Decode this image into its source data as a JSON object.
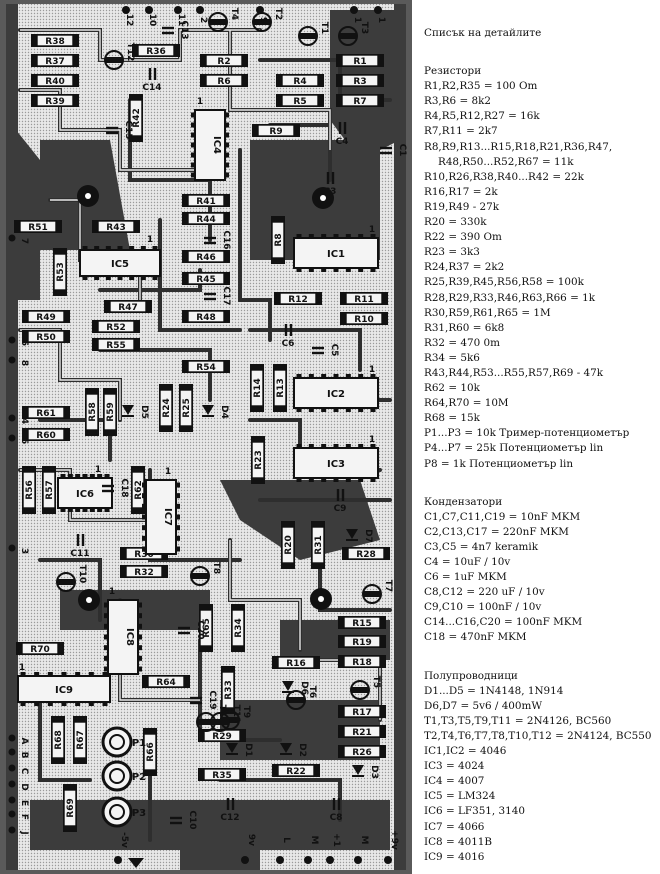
{
  "list_title": "Списък на детайлите",
  "sections": [
    {
      "heading": "Резистори",
      "lines": [
        "R1,R2,R35 = 100 Om",
        "R3,R6 = 8k2",
        "R4,R5,R12,R27 = 16k",
        "R7,R11 = 2k7",
        "R8,R9,R13...R15,R18,R21,R36,R47,",
        "R48,R50...R52,R67 = 11k",
        "R10,R26,R38,R40...R42 = 22k",
        "R16,R17 = 2k",
        "R19,R49 - 27k",
        "R20 = 330k",
        "R22 = 390 Om",
        "R23 = 3k3",
        "R24,R37 = 2k2",
        "R25,R39,R45,R56,R58 = 100k",
        "R28,R29,R33,R46,R63,R66 = 1k",
        "R30,R59,R61,R65 = 1M",
        "R31,R60 = 6k8",
        "R32 = 470 0m",
        "R34 = 5k6",
        "R43,R44,R53...R55,R57,R69 - 47k",
        "R62 = 10k",
        "R64,R70 = 10M",
        "R68 = 15k",
        "P1...P3 = 10k Тример-потенциометър",
        "P4...P7 = 25k Потенциометър lin",
        "P8 = 1k Потенциометър lin"
      ]
    },
    {
      "heading": "Кондензатори",
      "lines": [
        "C1,C7,C11,C19 = 10nF  MKM",
        "C2,C13,C17 = 220nF  MKM",
        "C3,C5 = 4n7  keramik",
        "C4 = 10uF / 10v",
        "C6 = 1uF  MKM",
        "C8,C12 = 220 uF / 10v",
        "C9,C10 = 100nF / 10v",
        "C14...C16,C20 = 100nF  MKM",
        "C18 = 470nF  MKM"
      ]
    },
    {
      "heading": "Полупроводници",
      "lines": [
        "D1...D5 = 1N4148, 1N914",
        "D6,D7 = 5v6 / 400mW",
        "T1,T3,T5,T9,T11 = 2N4126, BC560",
        "T2,T4,T6,T7,T8,T10,T12 = 2N4124, BC550",
        "IC1,IC2 = 4046",
        "IC3 = 4024",
        "IC4 = 4007",
        "IC5 = LM324",
        "IC6 = LF351, 3140",
        "IC7 = 4066",
        "IC8 = 4011B",
        "IC9 = 4016"
      ]
    }
  ],
  "board": {
    "resistors_h": [
      "R38",
      "R37",
      "R40",
      "R39",
      "R36",
      "R2",
      "R6",
      "R1",
      "R3",
      "R4",
      "R5",
      "R7",
      "R9",
      "R41",
      "R44",
      "R43",
      "R51",
      "R46",
      "R45",
      "R48",
      "R47",
      "R52",
      "R55",
      "R49",
      "R50",
      "R54",
      "R12",
      "R11",
      "R10",
      "R61",
      "R60",
      "R30",
      "R32",
      "R28",
      "R70",
      "R64",
      "R16",
      "R15",
      "R19",
      "R18",
      "R17",
      "R21",
      "R26",
      "R29",
      "R35",
      "R22"
    ],
    "resistors_v": [
      "R42",
      "R53",
      "R8",
      "R14",
      "R13",
      "R58",
      "R59",
      "R57",
      "R56",
      "R62",
      "R24",
      "R25",
      "R23",
      "R20",
      "R31",
      "R65",
      "R34",
      "R33",
      "R66",
      "R68",
      "R67",
      "R69"
    ],
    "ics": [
      "IC4",
      "IC5",
      "IC1",
      "IC2",
      "IC3",
      "IC6",
      "IC7",
      "IC8",
      "IC9"
    ],
    "capacitors": [
      "C13",
      "C14",
      "C15",
      "C4",
      "C1",
      "C3",
      "C16",
      "C17",
      "C6",
      "C5",
      "C9",
      "C18",
      "C11",
      "C20",
      "C19",
      "C12",
      "C8",
      "C10"
    ],
    "transistors": [
      "T12",
      "T4",
      "T2",
      "T3",
      "T1",
      "T11",
      "T10",
      "T7",
      "T8",
      "T5",
      "T6",
      "T9",
      "T11"
    ],
    "diodes": [
      "D5",
      "D4",
      "D6",
      "D7",
      "D3",
      "D2",
      "D1"
    ],
    "pots": [
      "P1",
      "P2",
      "P3"
    ],
    "connectors_top": [
      "12",
      "10",
      "11",
      "2",
      "9",
      "1",
      "1"
    ],
    "connectors_left": [
      "7",
      "5",
      "8",
      "4",
      "6",
      "3",
      "A",
      "B",
      "C",
      "D",
      "E",
      "F",
      "J"
    ],
    "connectors_bottom": [
      "-5v",
      "9v",
      "L",
      "M",
      "+1",
      "M",
      "+9v"
    ],
    "pin_marks": [
      "1",
      "1",
      "1",
      "1",
      "1",
      "1",
      "1",
      "1",
      "1"
    ]
  }
}
